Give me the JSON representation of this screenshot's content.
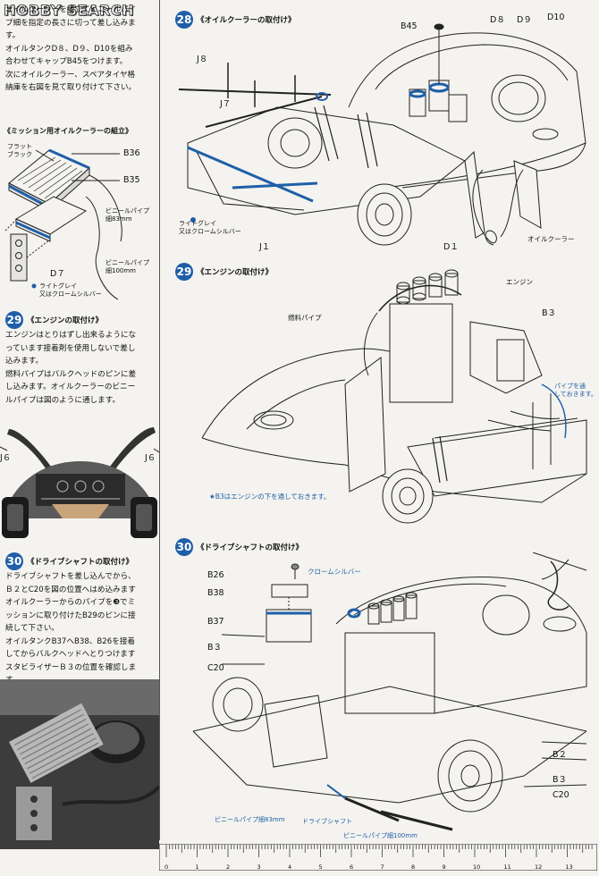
{
  "watermark": "HOBBY SEARCH",
  "left_column": {
    "intro_text": "オイルクーラーを組立てビニールパイ\nプ細を指定の長さに切って差し込みま\nす。\nオイルタンクD８、D９、D10を組み\n合わせてキャップB45をつけます。\n次にオイルクーラー、スペアタイヤ格\n納庫を右図を見て取り付けて下さい。",
    "mission_title": "ミッション用オイルクーラーの組立",
    "flat_black": "フラット\nブラック",
    "b36": "B36",
    "b35": "B35",
    "vinyl_pipe_thin": "ビニールパイプ\n細83mm",
    "vinyl_pipe_100": "ビニールパイプ\n細100mm",
    "d7": "D７",
    "light_gray": "ライトグレイ\n又はクロームシルバー",
    "step29_num": "29",
    "step29_title": "エンジンの取付け",
    "step29_text": "エンジンはとりはずし出来るようにな\nっています接着剤を使用しないで差し\n込みます。\n燃料パイプはバルクヘッドのピンに差\nし込みます。オイルクーラーのビニー\nルパイプは図のように通します。",
    "photo_label_left": "J６",
    "photo_label_right": "J６",
    "step30_num": "30",
    "step30_title": "ドライブシャフトの取付け",
    "step30_text": "ドライブシャフトを差し込んでから、\nＢ２とC20を図の位置へはめ込みます\nオイルクーラーからのパイプを❸でミ\nッションに取り付けたB29のピンに接\n続して下さい。\nオイルタンクB37へB38、B26を接着\nしてからバルクヘッドへとりつけます\nスタビライザーＢ３の位置を確認しま\nす。"
  },
  "step28": {
    "num": "28",
    "title": "オイルクーラーの取付け",
    "parts": {
      "b45": "B45",
      "d8": "D８",
      "d9": "D９",
      "d10": "D10",
      "j8": "J８",
      "j7": "J７",
      "j1": "J１",
      "d1": "D１",
      "light_gray": "ライトグレイ\n又はクロームシルバー",
      "oil_cooler": "オイルクーラー"
    }
  },
  "step29": {
    "num": "29",
    "title": "エンジンの取付け",
    "parts": {
      "engine": "エンジン",
      "fuel_pipe": "燃料パイプ",
      "b3": "B３",
      "pipe_note": "パイプを通\nしておきます。",
      "b3_note": "★B3はエンジンの下を通しておきます。"
    }
  },
  "step30": {
    "num": "30",
    "title": "ドライブシャフトの取付け",
    "parts": {
      "chrome_silver": "クロームシルバー",
      "b26": "B26",
      "b38": "B38",
      "b37": "B37",
      "b3": "B３",
      "c20_left": "C20",
      "b2": "B２",
      "b3_right": "B３",
      "c20_right": "C20",
      "vinyl_83": "ビニールパイプ細83mm",
      "drive_shaft": "ドライブシャフト",
      "vinyl_100": "ビニールパイプ細100mm"
    }
  },
  "ruler": {
    "ticks": [
      "0",
      "1",
      "2",
      "3",
      "4",
      "5",
      "6",
      "7",
      "8",
      "9",
      "10",
      "11",
      "12",
      "13"
    ]
  },
  "colors": {
    "accent_blue": "#1f5fa8",
    "line": "#222222"
  }
}
